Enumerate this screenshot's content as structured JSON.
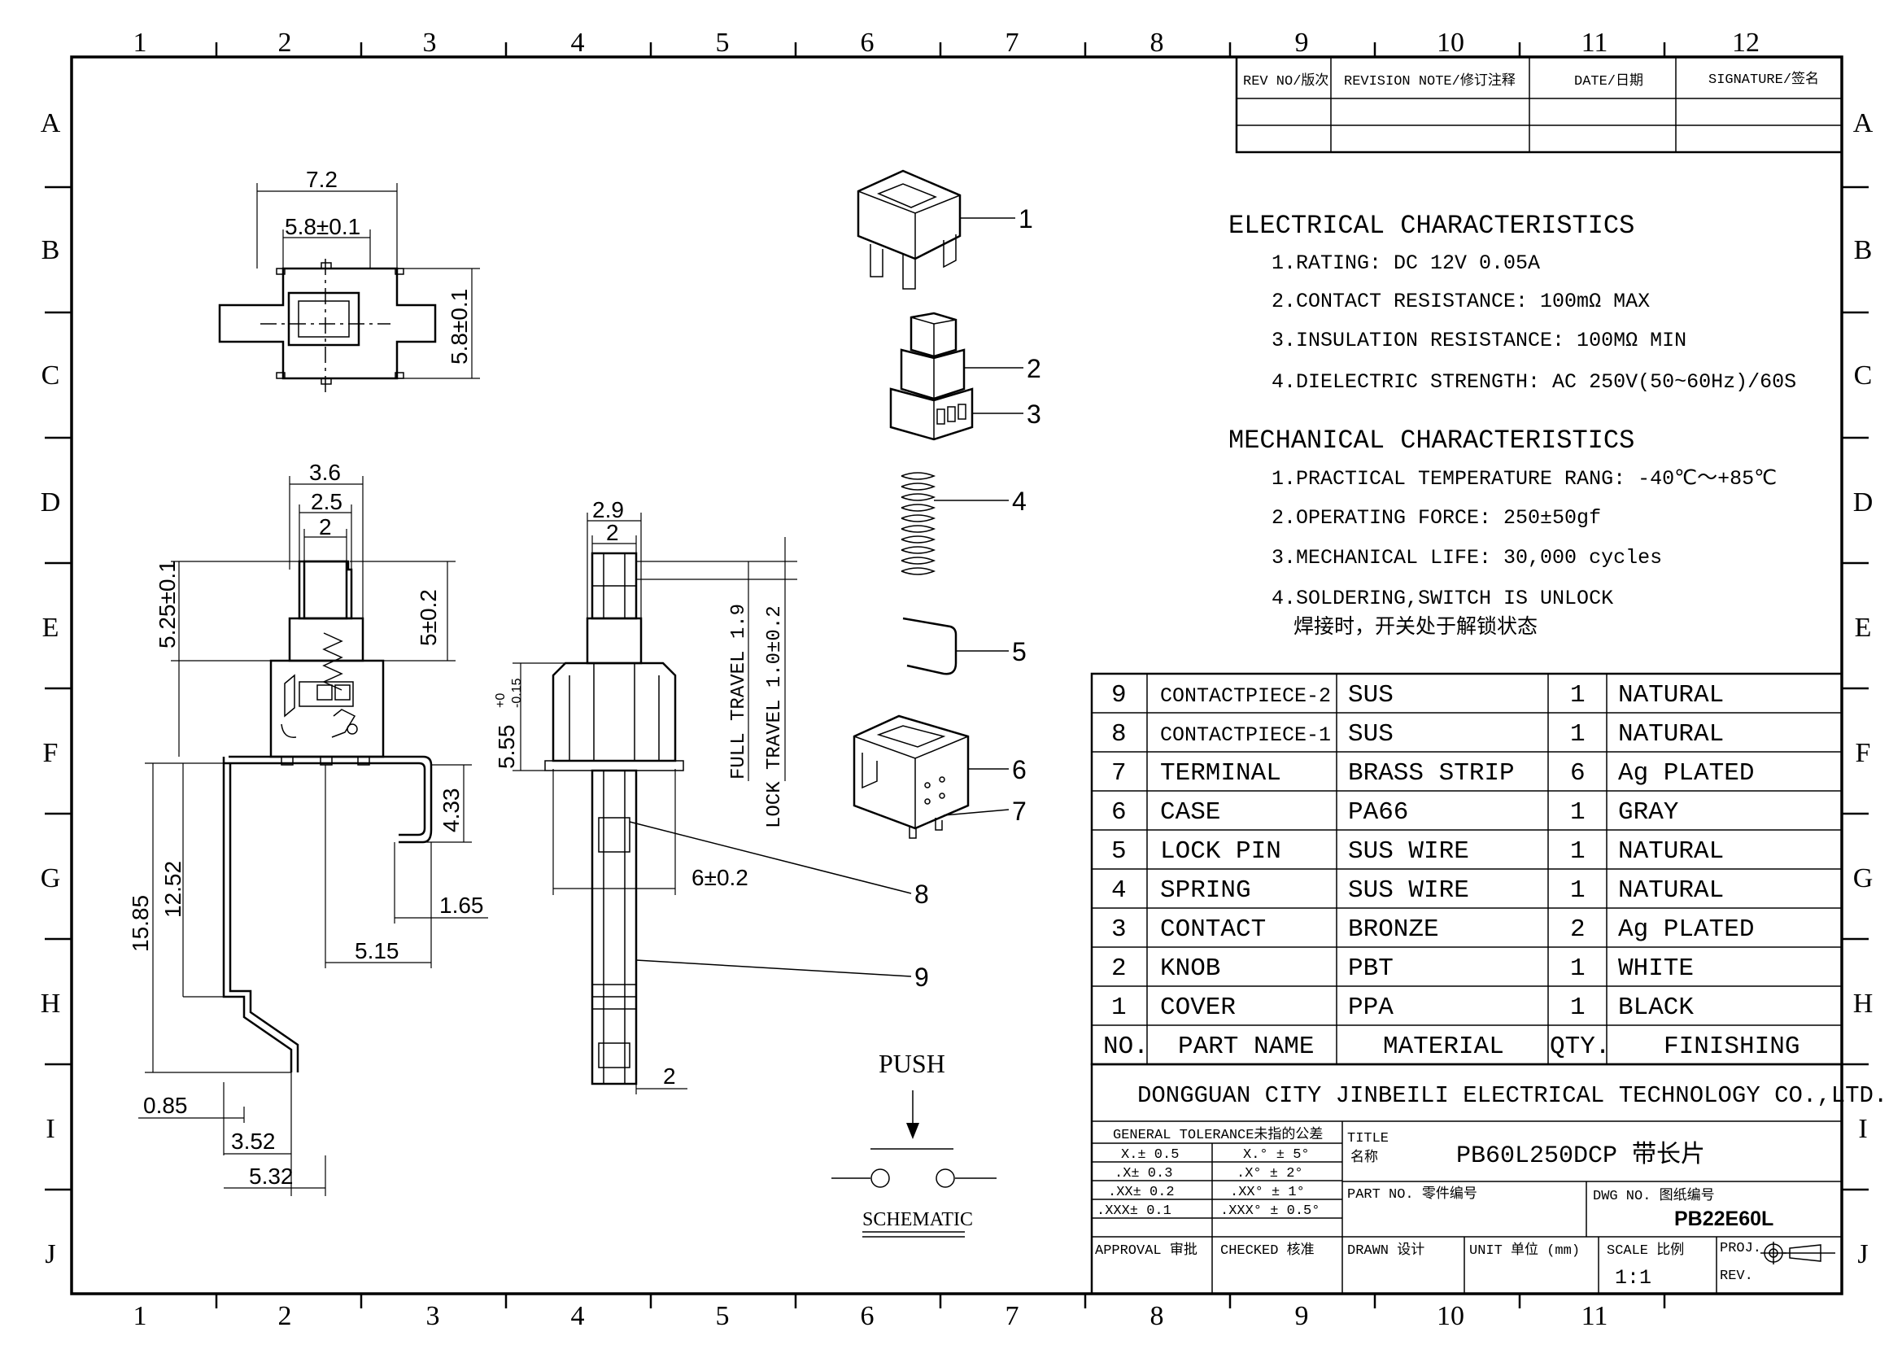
{
  "border": {
    "zone_cols": [
      "1",
      "2",
      "3",
      "4",
      "5",
      "6",
      "7",
      "8",
      "9",
      "10",
      "11",
      "12"
    ],
    "zone_rows": [
      "A",
      "B",
      "C",
      "D",
      "E",
      "F",
      "G",
      "H",
      "I",
      "J"
    ]
  },
  "revision_table": {
    "headers": [
      "REV NO/版次",
      "REVISION NOTE/修订注释",
      "DATE/日期",
      "SIGNATURE/签名"
    ]
  },
  "electrical": {
    "title": "ELECTRICAL CHARACTERISTICS",
    "items": [
      "1.RATING: DC 12V 0.05A",
      "2.CONTACT RESISTANCE: 100mΩ MAX",
      "3.INSULATION RESISTANCE: 100MΩ MIN",
      "4.DIELECTRIC STRENGTH: AC 250V(50~60Hz)/60S"
    ]
  },
  "mechanical": {
    "title": "MECHANICAL CHARACTERISTICS",
    "items": [
      "1.PRACTICAL TEMPERATURE RANG: -40℃～+85℃",
      "2.OPERATING FORCE: 250±50gf",
      "3.MECHANICAL LIFE: 30,000 cycles",
      "4.SOLDERING,SWITCH IS UNLOCK"
    ],
    "note_cn": "焊接时，开关处于解锁状态"
  },
  "bom": {
    "header": [
      "NO.",
      "PART NAME",
      "MATERIAL",
      "QTY.",
      "FINISHING"
    ],
    "rows": [
      [
        "9",
        "CONTACTPIECE-2",
        "SUS",
        "1",
        "NATURAL"
      ],
      [
        "8",
        "CONTACTPIECE-1",
        "SUS",
        "1",
        "NATURAL"
      ],
      [
        "7",
        "TERMINAL",
        "BRASS STRIP",
        "6",
        "Ag PLATED"
      ],
      [
        "6",
        "CASE",
        "PA66",
        "1",
        "GRAY"
      ],
      [
        "5",
        "LOCK PIN",
        "SUS WIRE",
        "1",
        "NATURAL"
      ],
      [
        "4",
        "SPRING",
        "SUS WIRE",
        "1",
        "NATURAL"
      ],
      [
        "3",
        "CONTACT",
        "BRONZE",
        "2",
        "Ag PLATED"
      ],
      [
        "2",
        "KNOB",
        "PBT",
        "1",
        "WHITE"
      ],
      [
        "1",
        "COVER",
        "PPA",
        "1",
        "BLACK"
      ]
    ]
  },
  "title_block": {
    "company": "DONGGUAN CITY JINBEILI ELECTRICAL TECHNOLOGY CO.,LTD.",
    "tol_title": "GENERAL TOLERANCE未指的公差",
    "tol_rows": [
      [
        "X.± 0.5",
        "X.° ± 5°"
      ],
      [
        ".X± 0.3",
        ".X° ± 2°"
      ],
      [
        ".XX± 0.2",
        ".XX° ± 1°"
      ],
      [
        ".XXX± 0.1",
        ".XXX° ± 0.5°"
      ]
    ],
    "title_label": "TITLE",
    "title_label_cn": "名称",
    "title_value": "PB60L250DCP 带长片",
    "part_no_label": "PART NO. 零件编号",
    "dwg_no_label": "DWG NO. 图纸编号",
    "dwg_no_value": "PB22E60L",
    "approval": "APPROVAL 审批",
    "checked": "CHECKED 核准",
    "drawn": "DRAWN 设计",
    "unit": "UNIT 单位 (mm)",
    "scale_label": "SCALE 比例",
    "scale_value": "1:1",
    "proj": "PROJ.",
    "rev": "REV."
  },
  "schematic": {
    "push": "PUSH",
    "label": "SCHEMATIC"
  },
  "callouts": [
    "1",
    "2",
    "3",
    "4",
    "5",
    "6",
    "7",
    "8",
    "9"
  ],
  "dimensions": {
    "top_w_outer": "7.2",
    "top_w_inner": "5.8±0.1",
    "top_h": "5.8±0.1",
    "side_w1": "3.6",
    "side_w2": "2.5",
    "side_w3": "2",
    "side_h_knob": "5.25±0.1",
    "side_h_5": "5±0.2",
    "side_433": "4.33",
    "side_165": "1.65",
    "side_515": "5.15",
    "side_1585": "15.85",
    "side_1252": "12.52",
    "side_085": "0.85",
    "side_352": "3.52",
    "side_532": "5.32",
    "front_29": "2.9",
    "front_2": "2",
    "front_555": "5.55",
    "front_555_tol_up": "+0",
    "front_555_tol_dn": "-0.15",
    "full_travel": "FULL TRAVEL 1.9",
    "lock_travel": "LOCK TRAVEL 1.0±0.2",
    "front_6": "6±0.2",
    "front_2b": "2"
  }
}
